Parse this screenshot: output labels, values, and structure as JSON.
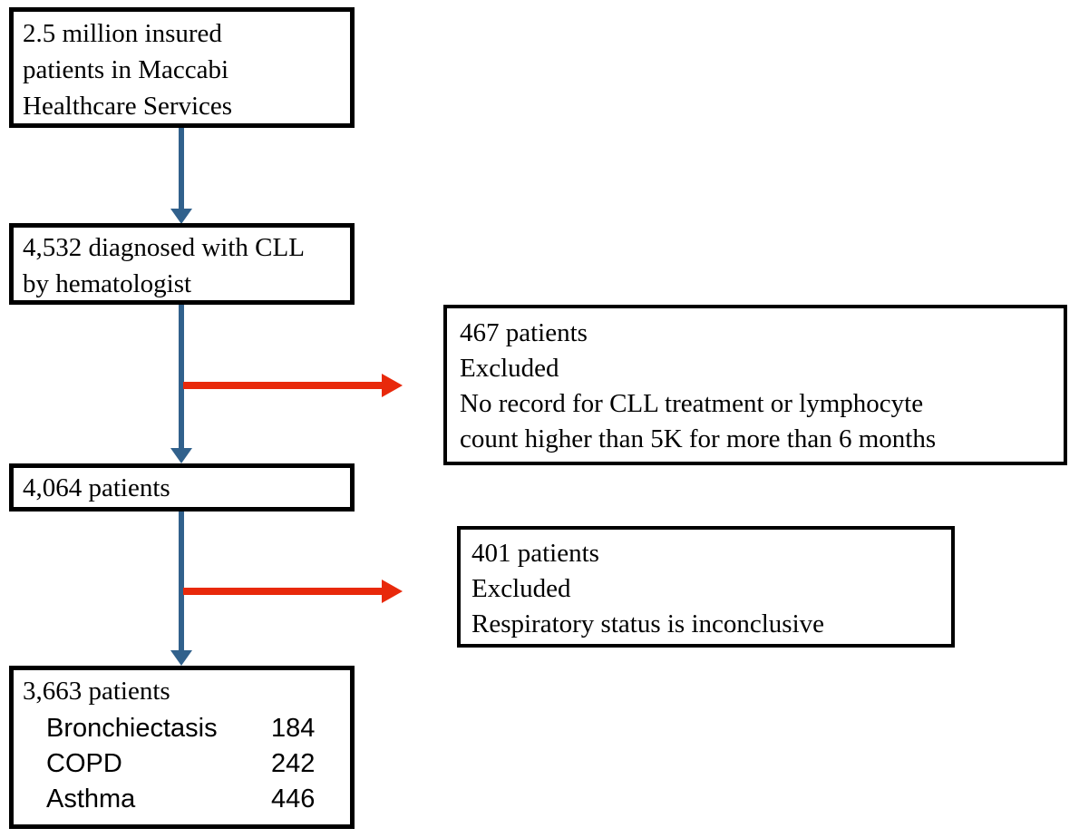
{
  "figure": {
    "type": "patient-flow-diagram",
    "colors": {
      "down_arrow": "#31618C",
      "exclusion_arrow": "#E8290B",
      "box_border": "#000000",
      "background": "#FFFFFF",
      "text": "#000000"
    },
    "boxes": {
      "population": {
        "lines": [
          "2.5 million insured",
          "patients in Maccabi",
          "Healthcare Services"
        ]
      },
      "diagnosed": {
        "lines": [
          "4,532 diagnosed with CLL",
          "by hematologist"
        ]
      },
      "exclusion_1": {
        "lines": [
          "467 patients",
          "Excluded",
          "No record for CLL treatment or lymphocyte",
          "count higher than 5K for more than 6 months"
        ]
      },
      "cohort_after_exclusion_1": {
        "lines": [
          "4,064 patients"
        ]
      },
      "exclusion_2": {
        "lines": [
          "401 patients",
          "Excluded",
          "Respiratory status is inconclusive"
        ]
      },
      "final_cohort": {
        "title": "3,663 patients",
        "breakdown": [
          {
            "label": "Bronchiectasis",
            "value": "184"
          },
          {
            "label": "COPD",
            "value": "242"
          },
          {
            "label": "Asthma",
            "value": "446"
          }
        ]
      }
    }
  }
}
